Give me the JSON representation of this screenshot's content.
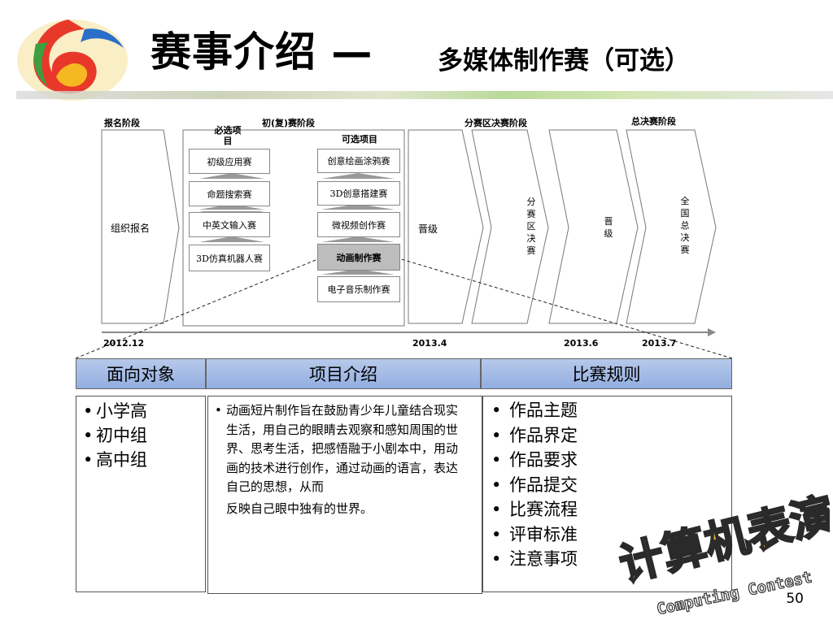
{
  "title": {
    "main": "赛事介绍 —",
    "sub": "多媒体制作赛（可选）"
  },
  "stages": {
    "registration": "报名阶段",
    "preliminary": "初(复)赛阶段",
    "division_final": "分赛区决赛阶段",
    "national_final": "总决赛阶段"
  },
  "flow": {
    "register_label": "组织报名",
    "required_label": "必选项目",
    "optional_label": "可选项目",
    "required_items": [
      "初级应用赛",
      "命题搜索赛",
      "中英文输入赛",
      "3D仿真机器人赛"
    ],
    "optional_items": [
      "创意绘画涂鸦赛",
      "3D创意搭建赛",
      "微视频创作赛",
      "动画制作赛",
      "电子音乐制作赛"
    ],
    "advance_1": "晋级",
    "division_final_label": "分赛区决赛",
    "advance_2": "晋级",
    "national_final_label": "全国总决赛"
  },
  "dates": [
    "2012.12",
    "2013.4",
    "2013.6",
    "2013.7"
  ],
  "table": {
    "headers": [
      "面向对象",
      "项目介绍",
      "比赛规则"
    ],
    "audience": [
      "小学高",
      "初中组",
      "高中组"
    ],
    "intro": [
      "动画短片制作旨在鼓励青少年儿童结合现实生活，用自己的眼睛去观察和感知周围的世界、思考生活，把感悟融于小剧本中，用动画的技术进行创作，通过动画的语言，表达自己的思想，从而",
      "反映自己眼中独有的世界。"
    ],
    "rules": [
      "作品主题",
      "作品界定",
      "作品要求",
      "作品提交",
      "比赛流程",
      "评审标准",
      "注意事项"
    ]
  },
  "logo": {
    "text": "计算机表演赛",
    "subtext": "Computing Contest"
  },
  "page_number": "50"
}
